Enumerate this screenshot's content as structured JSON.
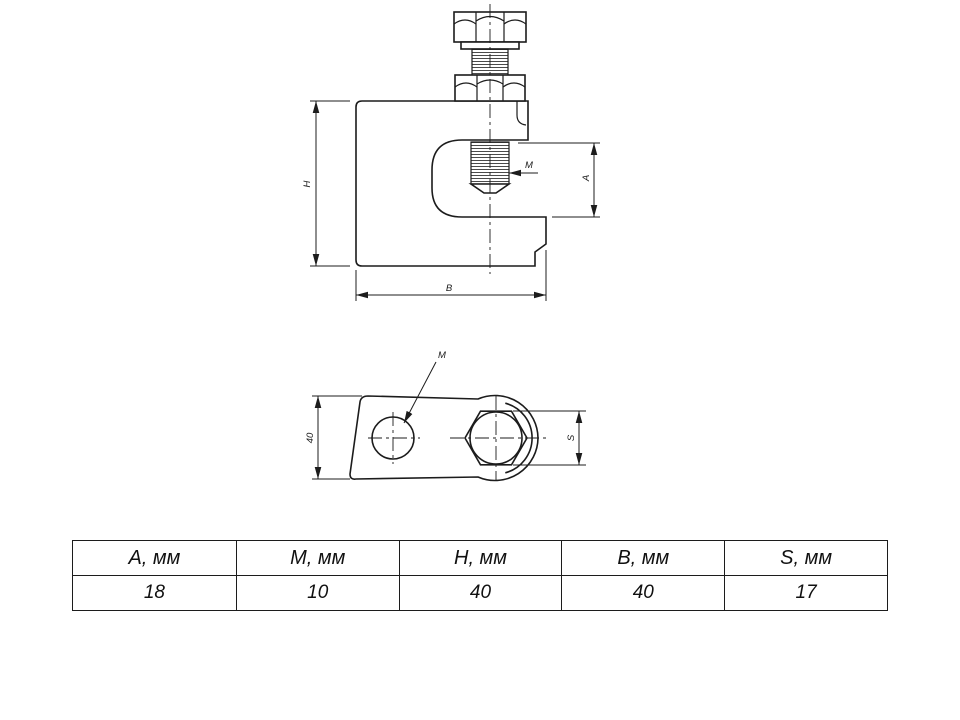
{
  "drawing": {
    "front_view": {
      "dim_h": "H",
      "dim_b": "B",
      "dim_a": "A",
      "thread_label": "M"
    },
    "top_view": {
      "thread_label": "M",
      "dim_height": "40",
      "dim_s": "S"
    }
  },
  "table": {
    "headers": [
      "A, мм",
      "M, мм",
      "H, мм",
      "B, мм",
      "S, мм"
    ],
    "values": [
      "18",
      "10",
      "40",
      "40",
      "17"
    ]
  },
  "colors": {
    "line": "#1c1c1c",
    "background": "#ffffff"
  }
}
